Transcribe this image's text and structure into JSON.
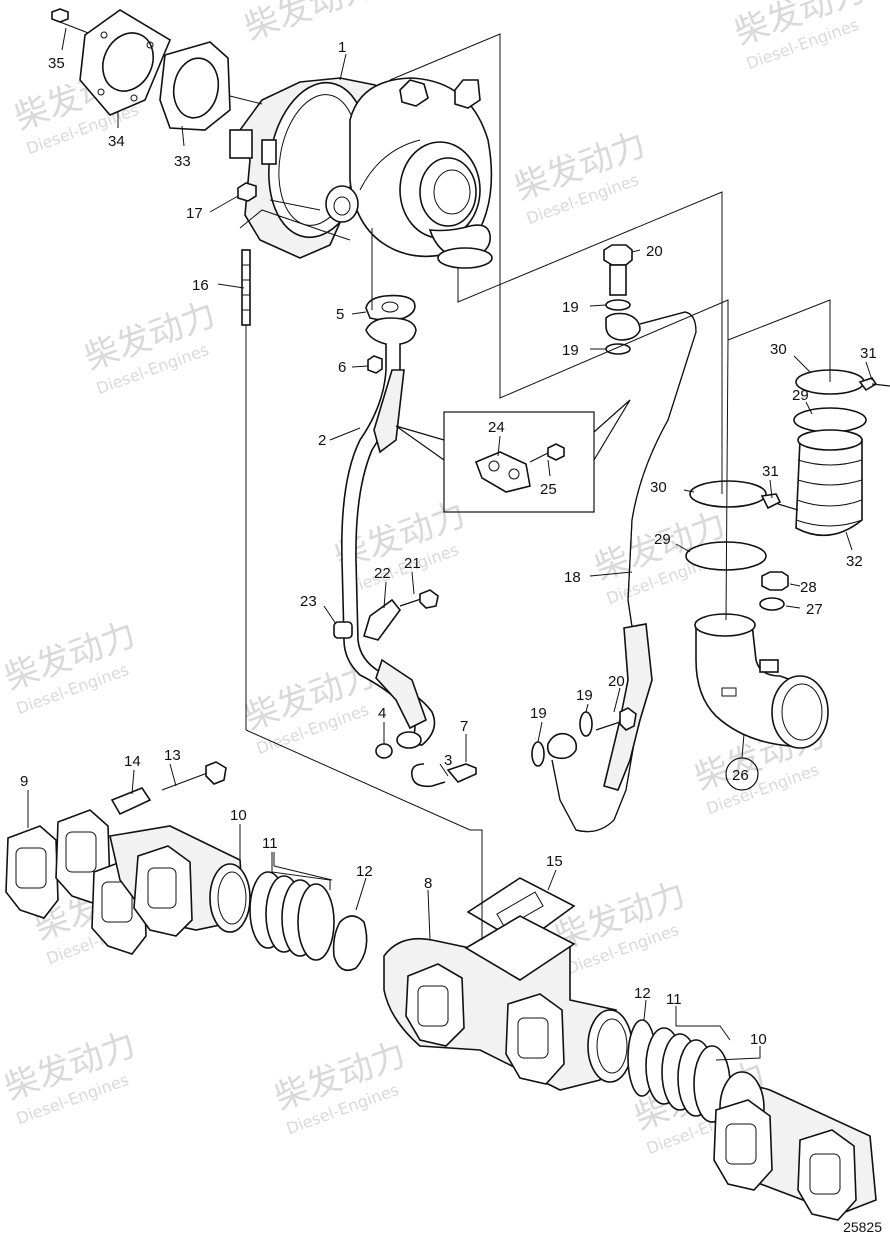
{
  "diagram": {
    "number": "25825",
    "callouts": [
      {
        "n": "1"
      },
      {
        "n": "2"
      },
      {
        "n": "3"
      },
      {
        "n": "4"
      },
      {
        "n": "5"
      },
      {
        "n": "6"
      },
      {
        "n": "7"
      },
      {
        "n": "8"
      },
      {
        "n": "9"
      },
      {
        "n": "10"
      },
      {
        "n": "10"
      },
      {
        "n": "11"
      },
      {
        "n": "11"
      },
      {
        "n": "12"
      },
      {
        "n": "12"
      },
      {
        "n": "13"
      },
      {
        "n": "14"
      },
      {
        "n": "15"
      },
      {
        "n": "16"
      },
      {
        "n": "17"
      },
      {
        "n": "18"
      },
      {
        "n": "19"
      },
      {
        "n": "19"
      },
      {
        "n": "19"
      },
      {
        "n": "19"
      },
      {
        "n": "20"
      },
      {
        "n": "20"
      },
      {
        "n": "21"
      },
      {
        "n": "22"
      },
      {
        "n": "23"
      },
      {
        "n": "24"
      },
      {
        "n": "25"
      },
      {
        "n": "26"
      },
      {
        "n": "27"
      },
      {
        "n": "28"
      },
      {
        "n": "29"
      },
      {
        "n": "29"
      },
      {
        "n": "30"
      },
      {
        "n": "30"
      },
      {
        "n": "31"
      },
      {
        "n": "31"
      },
      {
        "n": "32"
      },
      {
        "n": "33"
      },
      {
        "n": "34"
      },
      {
        "n": "35"
      }
    ]
  },
  "watermark": {
    "brand_cn": "柴发动力",
    "brand_en": "Diesel-Engines"
  }
}
